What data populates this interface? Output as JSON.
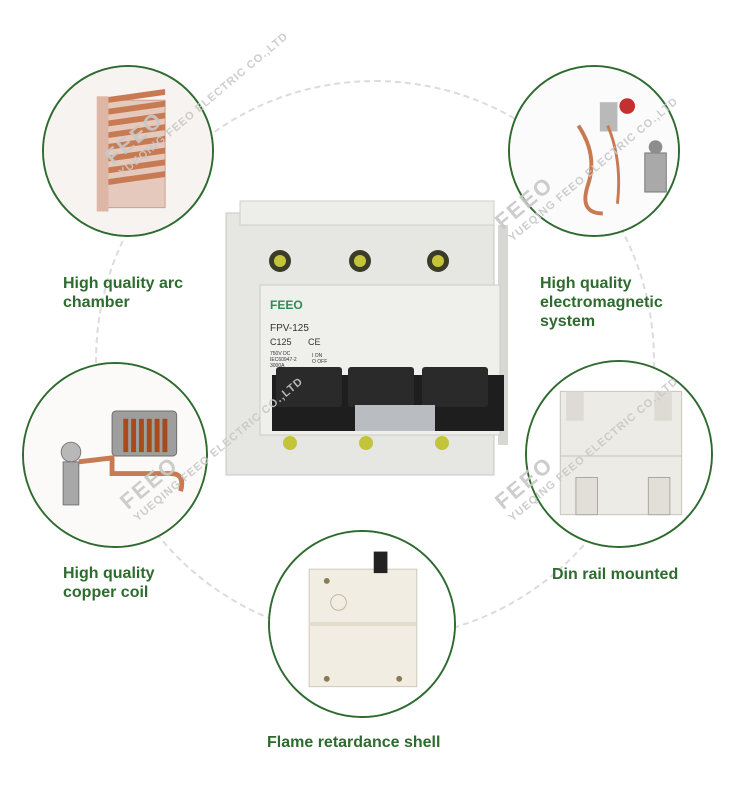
{
  "features": {
    "arc_chamber": "High quality arc\nchamber",
    "electromagnetic": "High quality\nelectromagnetic\nsystem",
    "copper_coil": "High quality\ncopper coil",
    "din_rail": "Din rail mounted",
    "flame": "Flame retardance shell"
  },
  "watermark": {
    "brand": "FEEO",
    "company": "YUEQING FEEO ELECTRIC CO.,LTD"
  },
  "product_labels": {
    "brand": "FEEO",
    "model": "FPV-125",
    "rating": "C125",
    "ce": "CE",
    "voltage": "750V DC",
    "standard": "IEC60947-2",
    "breaking": "3000A",
    "switch_on": "I ON",
    "switch_off": "O OFF"
  },
  "colors": {
    "caption_green": "#2e6b2e",
    "circle_border": "#2f6b2f",
    "copper": "#c87a52",
    "body_grey": "#e6e6e3"
  }
}
